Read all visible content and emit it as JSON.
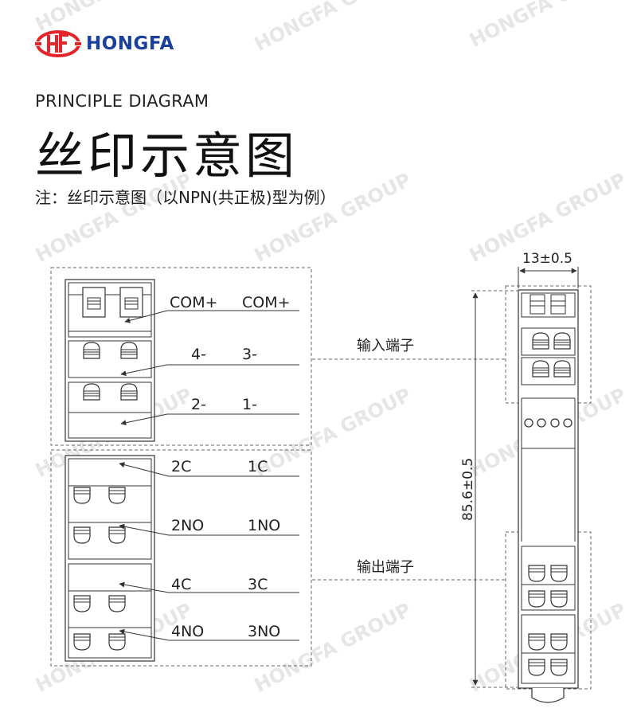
{
  "brand": {
    "name": "HONGFA",
    "colors": {
      "red": "#e3262b",
      "blue": "#1a3f9c",
      "watermark": "#e6e6e6"
    }
  },
  "header": {
    "subtitle": "PRINCIPLE DIAGRAM",
    "title": "丝印示意图",
    "note": "注：丝印示意图（以NPN(共正极)型为例）"
  },
  "watermark": "HONGFA GROUP",
  "diagram": {
    "input_labels": [
      {
        "left": "COM+",
        "right": "COM+"
      },
      {
        "left": "4-",
        "right": "3-"
      },
      {
        "left": "2-",
        "right": "1-"
      }
    ],
    "output_labels": [
      {
        "left": "2C",
        "right": "1C"
      },
      {
        "left": "2NO",
        "right": "1NO"
      },
      {
        "left": "4C",
        "right": "3C"
      },
      {
        "left": "4NO",
        "right": "3NO"
      }
    ],
    "input_terminal_label": "输入端子",
    "output_terminal_label": "输出端子",
    "width_dimension": "13±0.5",
    "height_dimension": "85.6±0.5",
    "indicator_icons": [
      "led-icon",
      "led-icon",
      "led-icon",
      "led-icon"
    ]
  }
}
